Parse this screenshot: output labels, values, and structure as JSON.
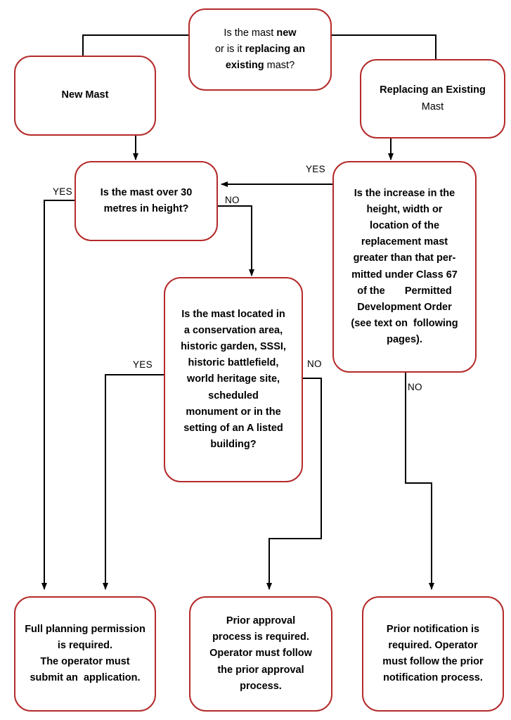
{
  "nodes": {
    "question_type": [
      [
        {
          "t": "Is the mast ",
          "b": false
        },
        {
          "t": "new",
          "b": true
        }
      ],
      [
        {
          "t": "or is it ",
          "b": false
        },
        {
          "t": "replacing an",
          "b": true
        }
      ],
      [
        {
          "t": "existing",
          "b": true
        },
        {
          "t": " mast?",
          "b": false
        }
      ]
    ],
    "new_mast": [
      [
        {
          "t": "New Mast",
          "b": true
        }
      ]
    ],
    "replacing": [
      [
        {
          "t": "Replacing an Existing",
          "b": true
        }
      ],
      [
        {
          "t": "Mast",
          "b": false
        }
      ]
    ],
    "over_30m": [
      [
        {
          "t": "Is the mast over 30",
          "b": true
        }
      ],
      [
        {
          "t": "metres in height?",
          "b": true
        }
      ]
    ],
    "increase": [
      [
        {
          "t": "Is the increase in the",
          "b": true
        }
      ],
      [
        {
          "t": "height, width or",
          "b": true
        }
      ],
      [
        {
          "t": "location of the",
          "b": true
        }
      ],
      [
        {
          "t": "replacement mast",
          "b": true
        }
      ],
      [
        {
          "t": "greater than that per-",
          "b": true
        }
      ],
      [
        {
          "t": "mitted under Class 67",
          "b": true
        }
      ],
      [
        {
          "t": "of the       Permitted",
          "b": true
        }
      ],
      [
        {
          "t": "Development Order",
          "b": true
        }
      ],
      [
        {
          "t": "(see text on  following",
          "b": true
        }
      ],
      [
        {
          "t": "pages).",
          "b": true
        }
      ]
    ],
    "located": [
      [
        {
          "t": "Is the mast located in",
          "b": true
        }
      ],
      [
        {
          "t": "a conservation area,",
          "b": true
        }
      ],
      [
        {
          "t": "historic garden, SSSI,",
          "b": true
        }
      ],
      [
        {
          "t": "historic battlefield,",
          "b": true
        }
      ],
      [
        {
          "t": "world heritage site,",
          "b": true
        }
      ],
      [
        {
          "t": "scheduled",
          "b": true
        }
      ],
      [
        {
          "t": "monument or in the",
          "b": true
        }
      ],
      [
        {
          "t": "setting of an A listed",
          "b": true
        }
      ],
      [
        {
          "t": "building?",
          "b": true
        }
      ]
    ],
    "full_planning": [
      [
        {
          "t": "Full planning permission",
          "b": true
        }
      ],
      [
        {
          "t": "is required.",
          "b": true
        }
      ],
      [
        {
          "t": "The operator must",
          "b": true
        }
      ],
      [
        {
          "t": "submit an  application.",
          "b": true
        }
      ]
    ],
    "prior_approval": [
      [
        {
          "t": "Prior approval",
          "b": true
        }
      ],
      [
        {
          "t": "process is required.",
          "b": true
        }
      ],
      [
        {
          "t": "Operator must follow",
          "b": true
        }
      ],
      [
        {
          "t": "the prior approval",
          "b": true
        }
      ],
      [
        {
          "t": "process.",
          "b": true
        }
      ]
    ],
    "prior_notification": [
      [
        {
          "t": "Prior notification is",
          "b": true
        }
      ],
      [
        {
          "t": "required. Operator",
          "b": true
        }
      ],
      [
        {
          "t": "must follow the prior",
          "b": true
        }
      ],
      [
        {
          "t": "notification process.",
          "b": true
        }
      ]
    ]
  },
  "edge_labels": {
    "replace_yes": "YES",
    "over30_yes": "YES",
    "over30_no": "NO",
    "located_yes": "YES",
    "located_no": "NO",
    "increase_no": "NO"
  },
  "colors": {
    "box_border": "#b52a2a",
    "connector": "#000000"
  }
}
